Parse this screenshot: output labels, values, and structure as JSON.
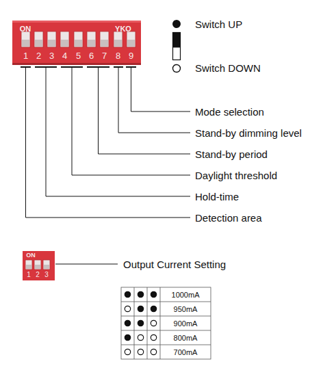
{
  "diagram": {
    "labels": [
      "ON",
      "YKO",
      "1",
      "2",
      "3",
      "4",
      "5",
      "6",
      "7",
      "8",
      "9",
      "Mode selection",
      "Stand-by dimming level",
      "Stand-by period",
      "Daylight threshold",
      "Hold-time",
      "Detection area",
      "ON",
      "1",
      "2",
      "3",
      "Output Current Setting",
      "1000mA",
      "950mA",
      "900mA",
      "800mA",
      "700mA"
    ],
    "legend": [
      {
        "text": "Switch UP"
      },
      {
        "text": "Switch DOWN"
      }
    ]
  }
}
